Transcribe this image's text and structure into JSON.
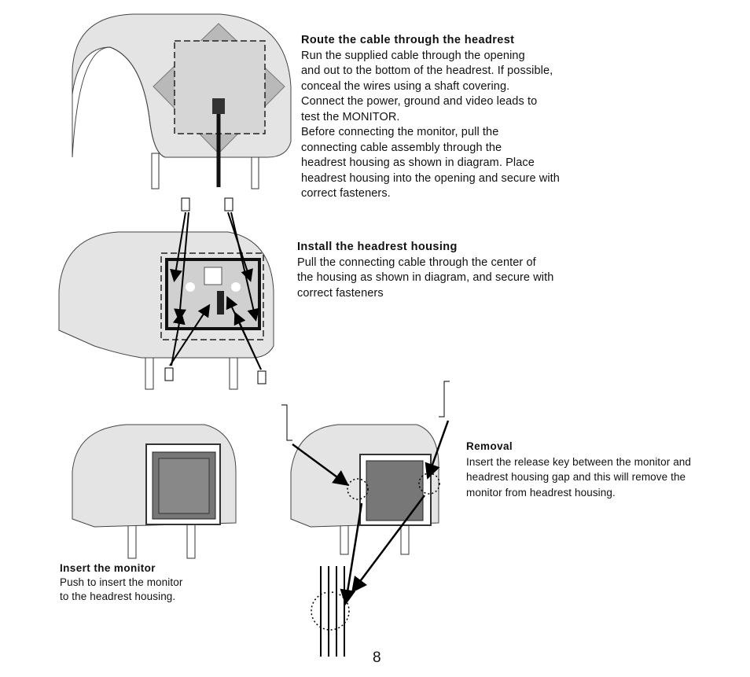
{
  "sections": {
    "route": {
      "title": "Route the cable through the headrest",
      "lines": [
        "Run the supplied cable through the opening",
        "and out to the bottom of the headrest. If possible,",
        "conceal the wires using a shaft covering.",
        "Connect the power, ground and video leads to",
        "test the MONITOR.",
        "Before connecting the monitor, pull the",
        "connecting cable assembly through the",
        "headrest housing as shown in diagram. Place",
        "headrest housing into the opening and secure with",
        "correct fasteners."
      ]
    },
    "install": {
      "title": "Install the headrest housing",
      "lines": [
        "Pull the connecting cable through the center of",
        "the housing as shown in diagram, and secure with",
        "correct fasteners"
      ]
    },
    "removal": {
      "title": "Removal",
      "lines": [
        "Insert the release key  between the monitor and",
        "headrest housing gap and this will remove the",
        "monitor from headrest housing."
      ]
    },
    "insert": {
      "title": "Insert the monitor",
      "lines": [
        "Push to insert the monitor",
        "to the headrest housing."
      ]
    }
  },
  "page_number": "8"
}
